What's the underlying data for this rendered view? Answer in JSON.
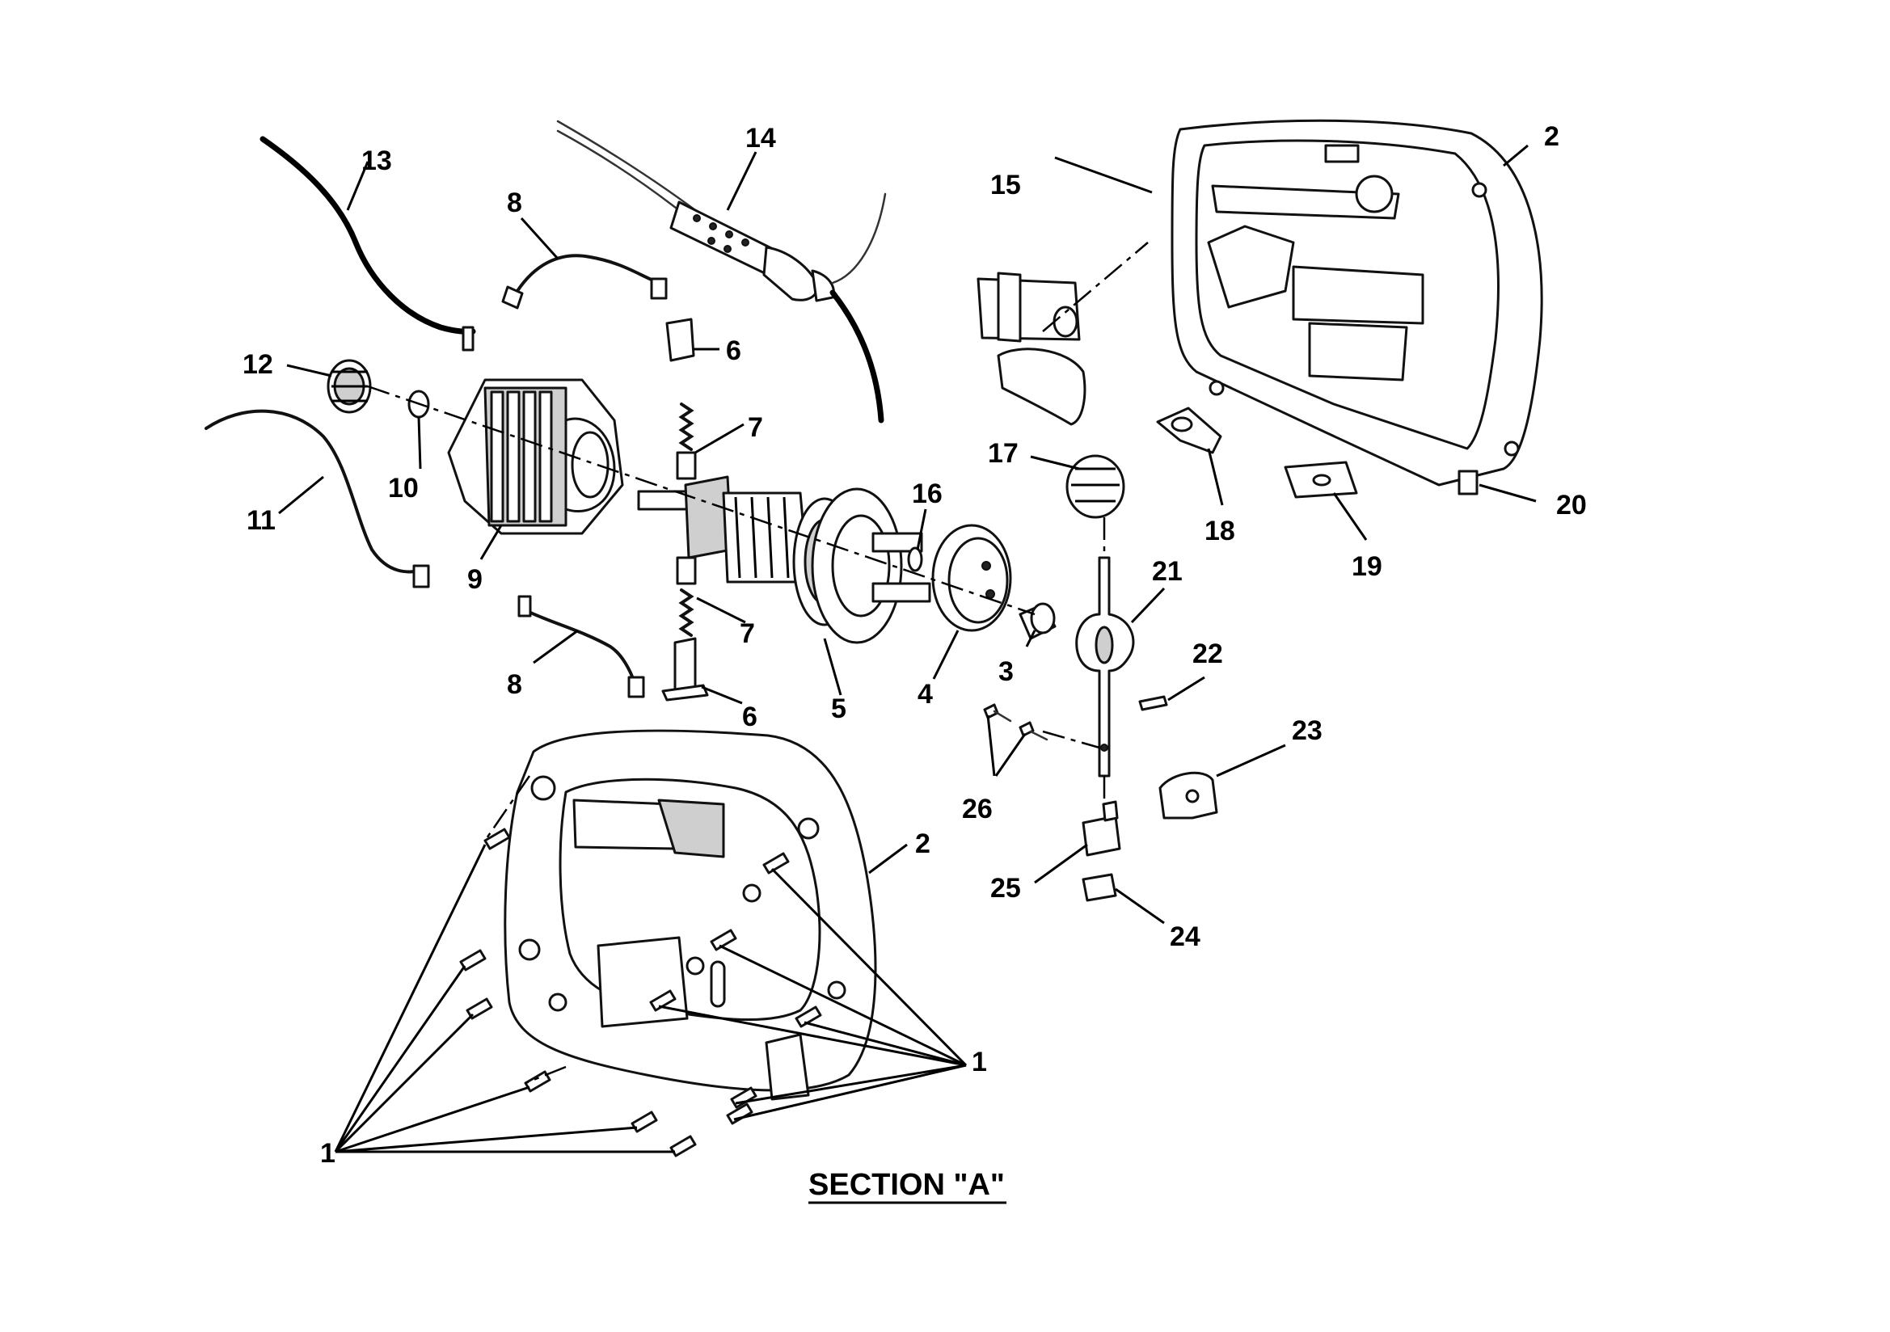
{
  "diagram": {
    "section_title": "SECTION \"A\"",
    "callouts": {
      "c1": "1",
      "c2": "2",
      "c3": "3",
      "c4": "4",
      "c5": "5",
      "c6": "6",
      "c7": "7",
      "c8": "8",
      "c9": "9",
      "c10": "10",
      "c11": "11",
      "c12": "12",
      "c13": "13",
      "c14": "14",
      "c15": "15",
      "c16": "16",
      "c17": "17",
      "c18": "18",
      "c19": "19",
      "c20": "20",
      "c21": "21",
      "c22": "22",
      "c23": "23",
      "c24": "24",
      "c25": "25",
      "c26": "26"
    }
  }
}
